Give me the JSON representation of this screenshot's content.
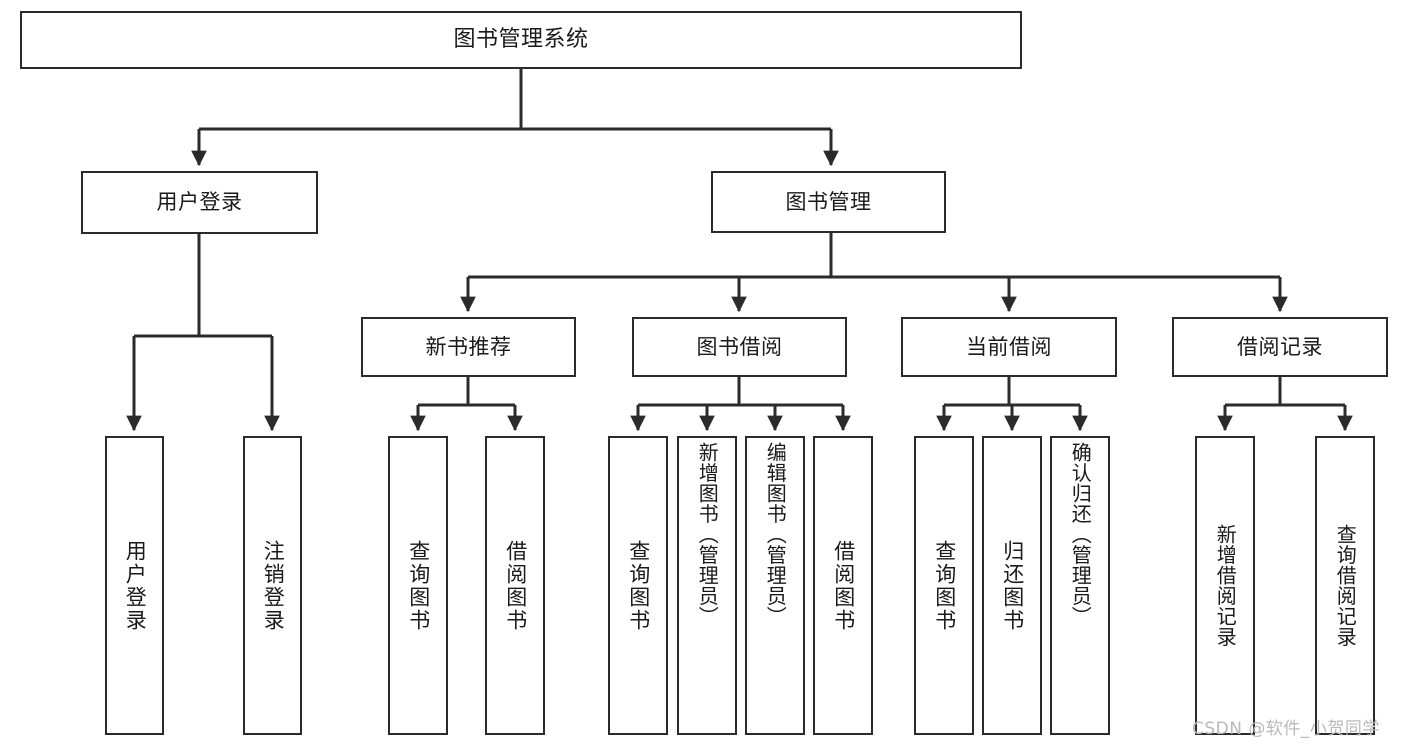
{
  "diagram": {
    "title": "图书管理系统",
    "type": "tree-hierarchy",
    "stroke_color": "#2b2b2b",
    "fill_color": "#ffffff",
    "text_color": "#1a1a1a"
  },
  "nodes": {
    "root": {
      "label": "图书管理系统",
      "level": 1
    },
    "user_login": {
      "label": "用户登录",
      "level": 2
    },
    "book_manage": {
      "label": "图书管理",
      "level": 2
    },
    "new_book_rec": {
      "label": "新书推荐",
      "level": 3
    },
    "book_borrow": {
      "label": "图书借阅",
      "level": 3
    },
    "current_borrow": {
      "label": "当前借阅",
      "level": 3
    },
    "borrow_record": {
      "label": "借阅记录",
      "level": 3
    },
    "leaf_user_login": {
      "label": "用户登录",
      "level": 4
    },
    "leaf_logout": {
      "label": "注销登录",
      "level": 4
    },
    "leaf_query_book_1": {
      "label": "查询图书",
      "level": 4
    },
    "leaf_borrow_book_1": {
      "label": "借阅图书",
      "level": 4
    },
    "leaf_query_book_2": {
      "label": "查询图书",
      "level": 4
    },
    "leaf_add_book_admin": {
      "label": "新增图书（管理员）",
      "level": 4
    },
    "leaf_edit_book_admin": {
      "label": "编辑图书（管理员）",
      "level": 4
    },
    "leaf_borrow_book_2": {
      "label": "借阅图书",
      "level": 4
    },
    "leaf_query_book_3": {
      "label": "查询图书",
      "level": 4
    },
    "leaf_return_book": {
      "label": "归还图书",
      "level": 4
    },
    "leaf_confirm_return_admin": {
      "label": "确认归还（管理员）",
      "level": 4
    },
    "leaf_add_borrow_record": {
      "label": "新增借阅记录",
      "level": 4
    },
    "leaf_query_borrow_record": {
      "label": "查询借阅记录",
      "level": 4
    }
  },
  "watermark": {
    "text": "CSDN @软件_小贺同学"
  }
}
